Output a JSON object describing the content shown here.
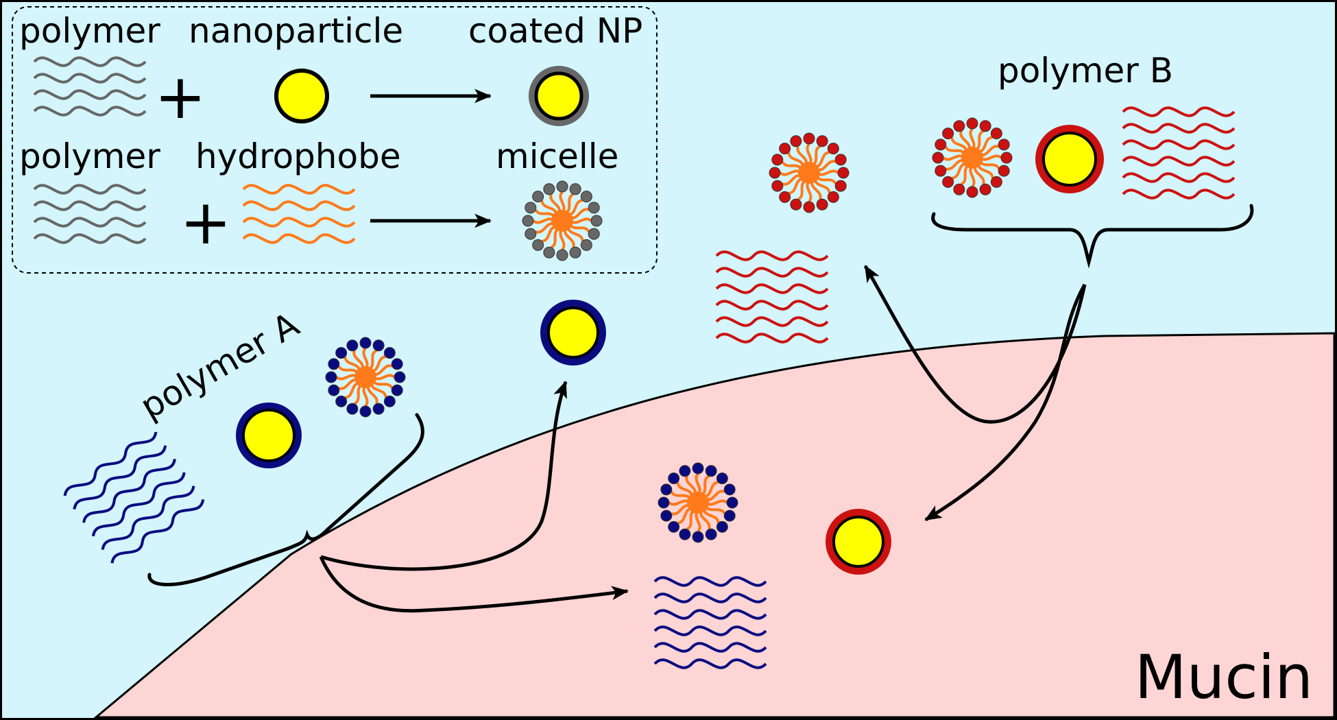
{
  "colors": {
    "water": "#d3f5fb",
    "mucin": "#fdd5d5",
    "polymer_neutral": "#676767",
    "polymer_a": "#0b0b80",
    "polymer_b": "#cc1111",
    "nanoparticle": "#ffff00",
    "hydrophobe": "#ff7a1a",
    "arrow": "#000000",
    "text": "#000000"
  },
  "legend": {
    "row1": {
      "polymer": "polymer",
      "nanoparticle": "nanoparticle",
      "product": "coated NP",
      "plus": "+"
    },
    "row2": {
      "polymer": "polymer",
      "hydrophobe": "hydrophobe",
      "product": "micelle",
      "plus": "+"
    }
  },
  "labels": {
    "polymer_a": "polymer A",
    "polymer_b": "polymer B",
    "mucin": "Mucin"
  },
  "icons": {
    "polymer": "wavy-lines-icon",
    "nanoparticle": "yellow-circle-icon",
    "coated_np": "ringed-yellow-circle-icon",
    "micelle": "starburst-micelle-icon",
    "arrow": "arrow-icon",
    "brace": "curly-brace-icon"
  }
}
